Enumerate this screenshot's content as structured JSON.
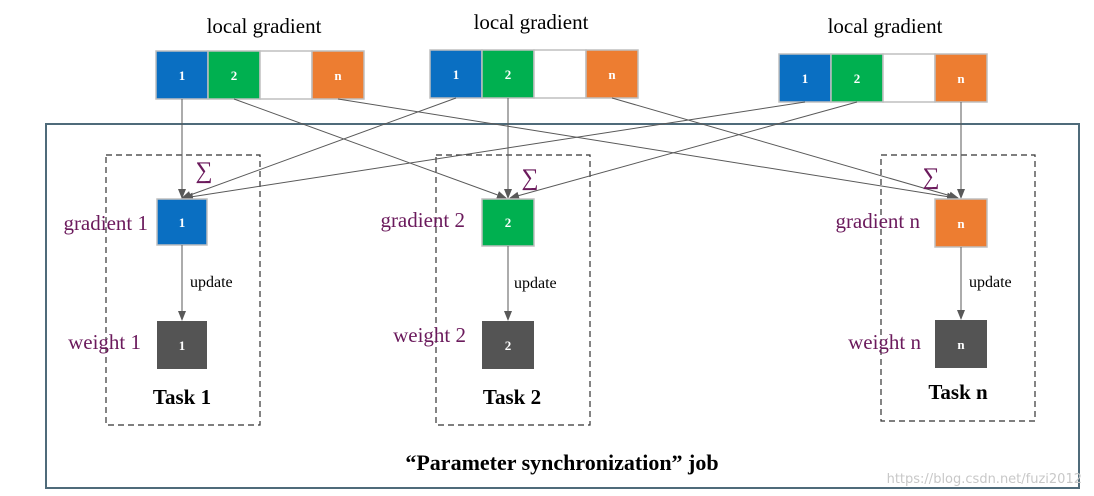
{
  "colors": {
    "blue": "#0a6fc2",
    "green": "#00b050",
    "orange": "#ed7d31",
    "empty": "#ffffff",
    "weight": "#545454",
    "frame": "#4f6b7a",
    "arrow": "#595959",
    "label": "#6b1a5c"
  },
  "workers": [
    {
      "label": "local gradient",
      "cells": [
        "1",
        "2",
        "",
        "n"
      ]
    },
    {
      "label": "local gradient",
      "cells": [
        "1",
        "2",
        "",
        "n"
      ]
    },
    {
      "label": "local gradient",
      "cells": [
        "1",
        "2",
        "",
        "n"
      ]
    }
  ],
  "tasks": [
    {
      "sum_symbol": "∑",
      "gradient_label": "gradient 1",
      "gradient_value": "1",
      "update_label": "update",
      "weight_label": "weight 1",
      "weight_value": "1",
      "task_label": "Task 1"
    },
    {
      "sum_symbol": "∑",
      "gradient_label": "gradient 2",
      "gradient_value": "2",
      "update_label": "update",
      "weight_label": "weight 2",
      "weight_value": "2",
      "task_label": "Task 2"
    },
    {
      "sum_symbol": "∑",
      "gradient_label": "gradient n",
      "gradient_value": "n",
      "update_label": "update",
      "weight_label": "weight n",
      "weight_value": "n",
      "task_label": "Task n"
    }
  ],
  "job_title": "“Parameter synchronization” job",
  "watermark": "https://blog.csdn.net/fuzi2012"
}
